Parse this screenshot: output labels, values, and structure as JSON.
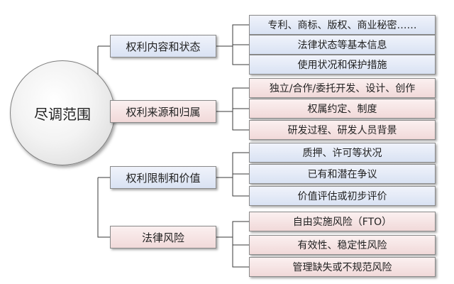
{
  "root": {
    "label": "尽调范围"
  },
  "categories": [
    {
      "label": "权利内容和状态",
      "color": "blue",
      "items": [
        "专利、商标、版权、商业秘密……",
        "法律状态等基本信息",
        "使用状况和保护措施"
      ]
    },
    {
      "label": "权利来源和归属",
      "color": "pink",
      "items": [
        "独立/合作/委托开发、设计、创作",
        "权属约定、制度",
        "研发过程、研发人员背景"
      ]
    },
    {
      "label": "权利限制和价值",
      "color": "blue",
      "items": [
        "质押、许可等状况",
        "已有和潜在争议",
        "价值评估或初步评价"
      ]
    },
    {
      "label": "法律风险",
      "color": "pink",
      "items": [
        "自由实施风险（FTO）",
        "有效性、稳定性风险",
        "管理缺失或不规范风险"
      ]
    }
  ],
  "colors": {
    "blue_fill": "#d9e2f3",
    "pink_fill": "#f1d9d9",
    "line": "#3a3a3a"
  }
}
